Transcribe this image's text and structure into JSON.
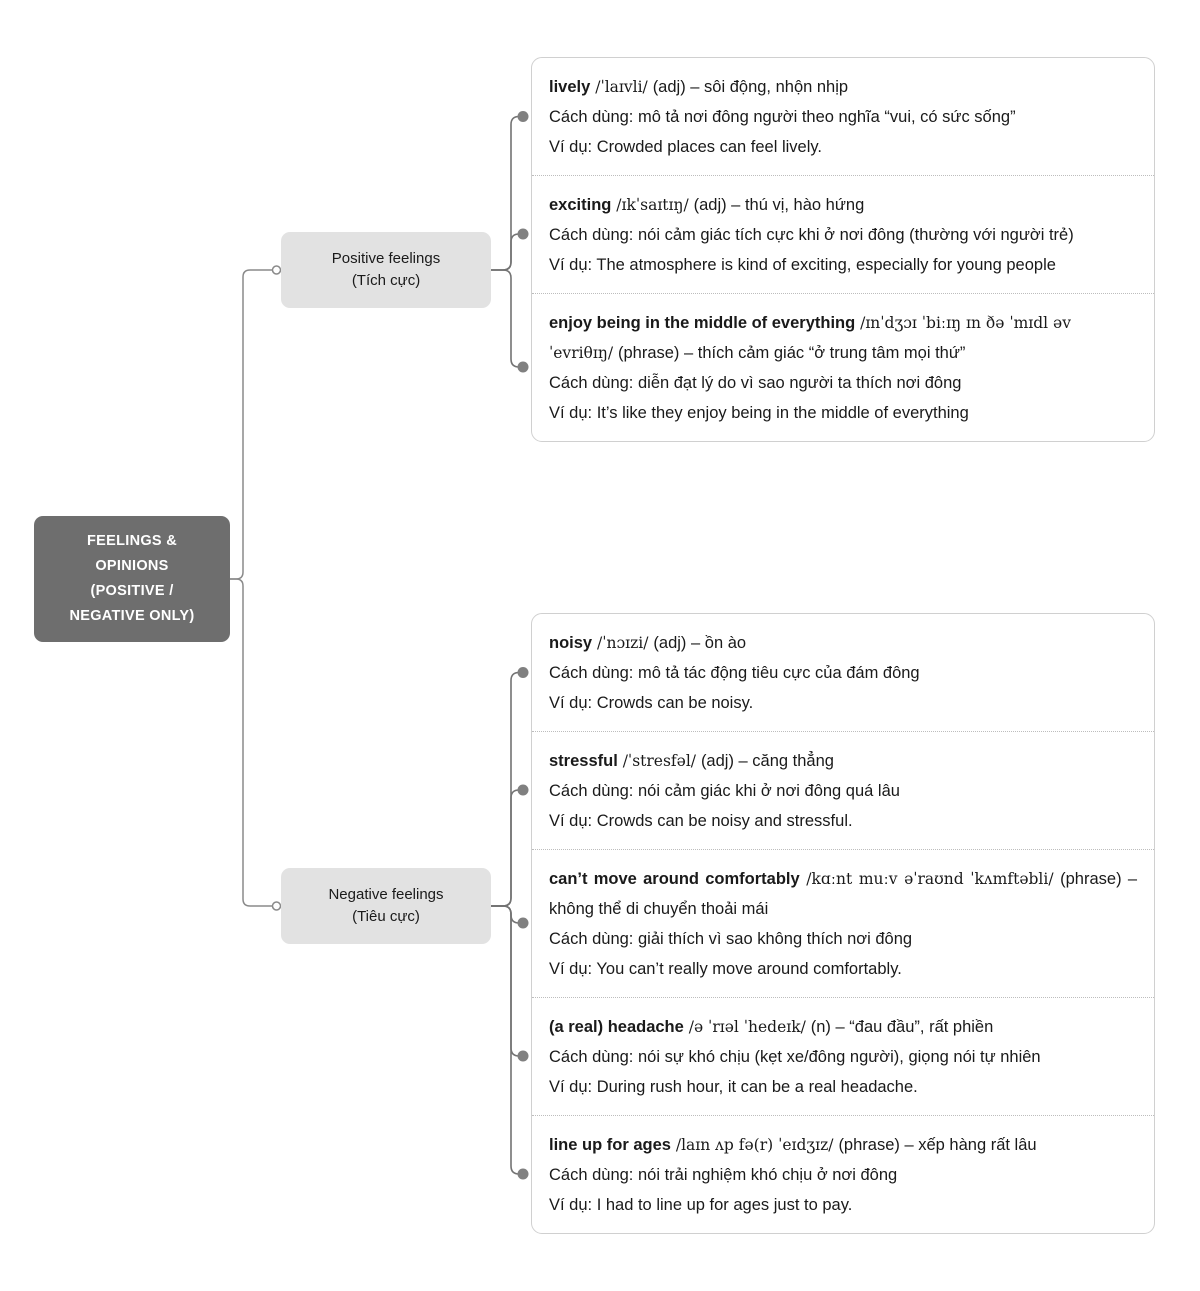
{
  "root": {
    "lines": [
      "FEELINGS &",
      "OPINIONS",
      "(POSITIVE /",
      "NEGATIVE ONLY)"
    ],
    "color": "#6e6e6e"
  },
  "branches": [
    {
      "id": "positive",
      "title": "Positive feelings",
      "subtitle": "(Tích cực)",
      "color": "#e2e2e2",
      "entries": [
        {
          "term": "lively",
          "ipa": "/ˈlaɪvli/",
          "pos": "(adj)",
          "dash": "–",
          "meaning": "sôi động, nhộn nhịp",
          "usage_label": "Cách dùng:",
          "usage": "mô tả nơi đông người theo nghĩa “vui, có sức sống”",
          "example_label": "Ví dụ:",
          "example": "Crowded places can feel lively.",
          "justify": false
        },
        {
          "term": "exciting",
          "ipa": "/ɪkˈsaɪtɪŋ/",
          "pos": "(adj)",
          "dash": "–",
          "meaning": "thú vị, hào hứng",
          "usage_label": "Cách dùng:",
          "usage": "nói cảm giác tích cực khi ở nơi đông (thường với người trẻ)",
          "example_label": "Ví dụ:",
          "example": "The atmosphere is kind of exciting, especially for young people",
          "justify": true
        },
        {
          "term": "enjoy being in the middle of everything",
          "ipa": "/ɪnˈdʒɔɪ ˈbiːɪŋ ɪn ðə ˈmɪdl əv ˈevriθɪŋ/",
          "pos": "(phrase)",
          "dash": "–",
          "meaning": "thích cảm giác “ở trung tâm mọi thứ”",
          "usage_label": "Cách dùng:",
          "usage": "diễn đạt lý do vì sao người ta thích nơi đông",
          "example_label": "Ví dụ:",
          "example": "It’s like they enjoy being in the middle of everything",
          "justify": false
        }
      ]
    },
    {
      "id": "negative",
      "title": "Negative feelings",
      "subtitle": "(Tiêu cực)",
      "color": "#e2e2e2",
      "entries": [
        {
          "term": "noisy",
          "ipa": "/ˈnɔɪzi/",
          "pos": "(adj)",
          "dash": "–",
          "meaning": "ồn ào",
          "usage_label": "Cách dùng:",
          "usage": "mô tả tác động tiêu cực của đám đông",
          "example_label": "Ví dụ:",
          "example": "Crowds can be noisy.",
          "justify": false
        },
        {
          "term": "stressful",
          "ipa": "/ˈstresfəl/",
          "pos": "(adj)",
          "dash": "–",
          "meaning": "căng thẳng",
          "usage_label": "Cách dùng:",
          "usage": "nói cảm giác khi ở nơi đông quá lâu",
          "example_label": "Ví dụ:",
          "example": "Crowds can be noisy and stressful.",
          "justify": false
        },
        {
          "term": "can’t move around comfortably",
          "ipa": "/kɑːnt muːv əˈraʊnd ˈkʌmftəbli/",
          "pos": "(phrase)",
          "dash": "–",
          "meaning": "không thể di chuyển thoải mái",
          "usage_label": "Cách dùng:",
          "usage": "giải thích vì sao không thích nơi đông",
          "example_label": "Ví dụ:",
          "example": "You can’t really move around comfortably.",
          "justify": true
        },
        {
          "term": "(a real) headache",
          "ipa": "/ə ˈrɪəl ˈhedeɪk/",
          "pos": "(n)",
          "dash": "–",
          "meaning": "“đau đầu”, rất phiền",
          "usage_label": "Cách dùng:",
          "usage": "nói sự khó chịu (kẹt xe/đông người), giọng nói tự nhiên",
          "example_label": "Ví dụ:",
          "example": "During rush hour, it can be a real headache.",
          "justify": true
        },
        {
          "term": "line up for ages",
          "ipa": "/laɪn ʌp fə(r) ˈeɪdʒɪz/",
          "pos": "(phrase)",
          "dash": "–",
          "meaning": "xếp hàng rất lâu",
          "usage_label": "Cách dùng:",
          "usage": "nói trải nghiệm khó chịu ở nơi đông",
          "example_label": "Ví dụ:",
          "example": "I had to line up for ages just to pay.",
          "justify": false
        }
      ]
    }
  ]
}
